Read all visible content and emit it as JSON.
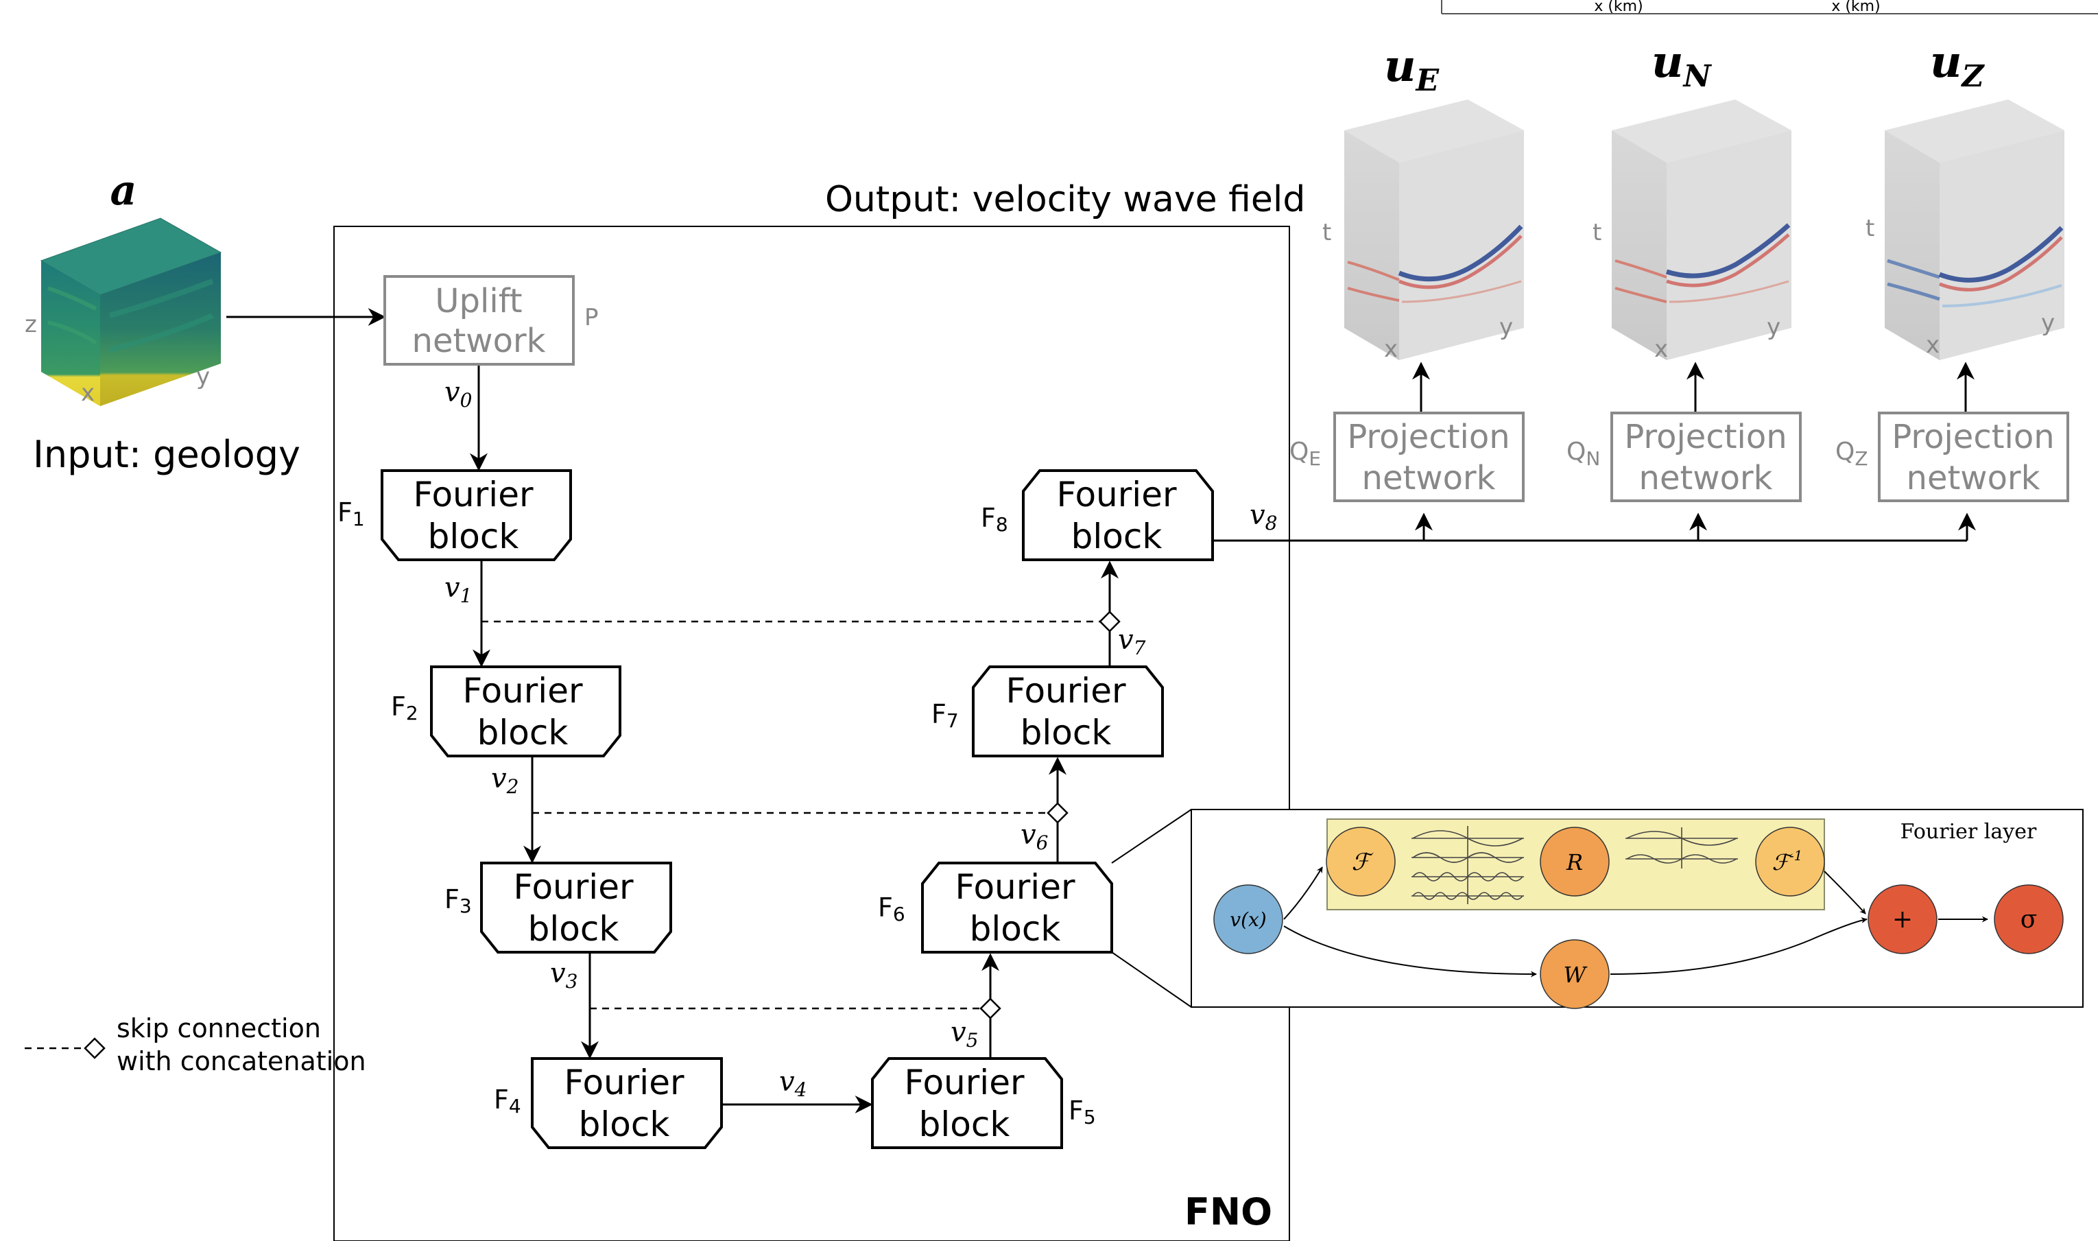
{
  "input": {
    "symbol": "a",
    "caption": "Input: geology",
    "axis_z": "z",
    "axis_x": "x",
    "axis_y": "y"
  },
  "output": {
    "caption": "Output: velocity wave field"
  },
  "fno_label": "FNO",
  "uplift": {
    "line1": "Uplift",
    "line2": "network",
    "tag": "P"
  },
  "fourier_blocks": [
    {
      "tag": "F",
      "sub": "1",
      "line1": "Fourier",
      "line2": "block"
    },
    {
      "tag": "F",
      "sub": "2",
      "line1": "Fourier",
      "line2": "block"
    },
    {
      "tag": "F",
      "sub": "3",
      "line1": "Fourier",
      "line2": "block"
    },
    {
      "tag": "F",
      "sub": "4",
      "line1": "Fourier",
      "line2": "block"
    },
    {
      "tag": "F",
      "sub": "5",
      "line1": "Fourier",
      "line2": "block"
    },
    {
      "tag": "F",
      "sub": "6",
      "line1": "Fourier",
      "line2": "block"
    },
    {
      "tag": "F",
      "sub": "7",
      "line1": "Fourier",
      "line2": "block"
    },
    {
      "tag": "F",
      "sub": "8",
      "line1": "Fourier",
      "line2": "block"
    }
  ],
  "v_labels": [
    {
      "base": "v",
      "sub": "0"
    },
    {
      "base": "v",
      "sub": "1"
    },
    {
      "base": "v",
      "sub": "2"
    },
    {
      "base": "v",
      "sub": "3"
    },
    {
      "base": "v",
      "sub": "4"
    },
    {
      "base": "v",
      "sub": "5"
    },
    {
      "base": "v",
      "sub": "6"
    },
    {
      "base": "v",
      "sub": "7"
    },
    {
      "base": "v",
      "sub": "8"
    }
  ],
  "projections": [
    {
      "line1": "Projection",
      "line2": "network",
      "tag": "Q",
      "sub": "E",
      "out_base": "u",
      "out_sub": "E"
    },
    {
      "line1": "Projection",
      "line2": "network",
      "tag": "Q",
      "sub": "N",
      "out_base": "u",
      "out_sub": "N"
    },
    {
      "line1": "Projection",
      "line2": "network",
      "tag": "Q",
      "sub": "Z",
      "out_base": "u",
      "out_sub": "Z"
    }
  ],
  "cube_axes": {
    "t": "t",
    "x": "x",
    "y": "y"
  },
  "top_axis_labels": [
    "x (km)",
    "x (km)"
  ],
  "legend": {
    "line1": "skip connection",
    "line2": "with concatenation"
  },
  "fourier_layer": {
    "title": "Fourier layer",
    "input": "v(x)",
    "fft": "ℱ",
    "r": "R",
    "ifft": "ℱ",
    "ifft_sup": "-1",
    "w": "W",
    "plus": "+",
    "sigma": "σ"
  },
  "colors": {
    "geology_top": "#2a8f7a",
    "geology_side": "#1f6a74",
    "geology_bottom": "#e5d63a",
    "node_orange_light": "#f7c46b",
    "node_orange": "#f0a050",
    "node_red": "#e05a3a",
    "node_blue": "#7fb2d6",
    "highlight": "#f6efb2"
  }
}
